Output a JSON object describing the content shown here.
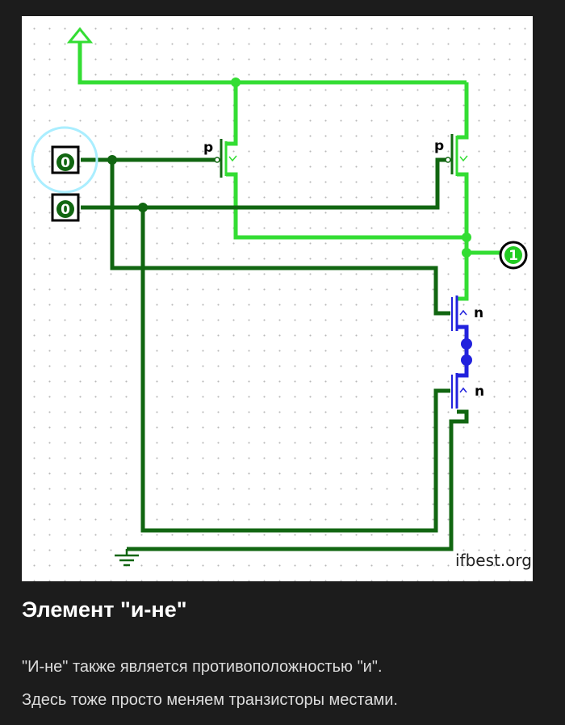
{
  "diagram": {
    "inputs": [
      {
        "value": "0"
      },
      {
        "value": "0"
      }
    ],
    "output": {
      "value": "1"
    },
    "transistors": [
      {
        "type": "p"
      },
      {
        "type": "p"
      },
      {
        "type": "n"
      },
      {
        "type": "n"
      }
    ],
    "watermark": "ifbest.org",
    "colors": {
      "wire_high": "#33dd33",
      "wire_low": "#116611",
      "wire_mid": "#2222dd",
      "selection": "#aaeeff"
    }
  },
  "article": {
    "title": "Элемент \"и-не\"",
    "paragraphs": [
      "\"И-не\" также является противоположностью \"и\".",
      "Здесь тоже просто меняем транзисторы местами."
    ]
  }
}
